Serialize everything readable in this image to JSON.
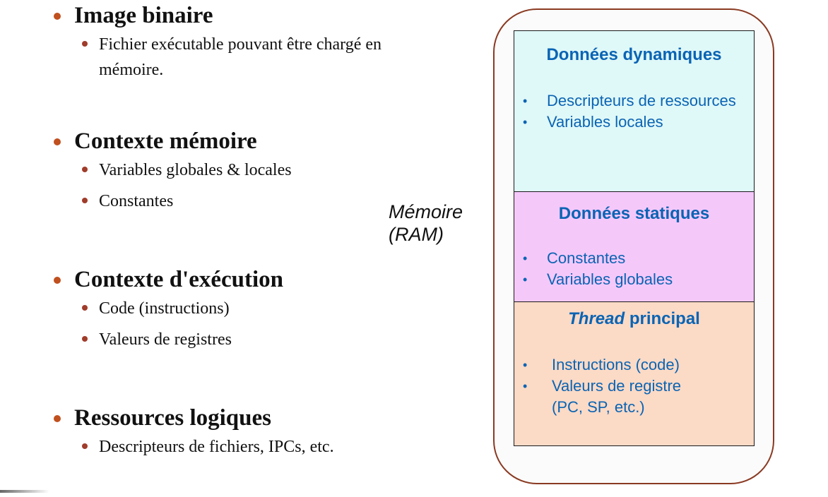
{
  "sections": [
    {
      "title": "Image binaire",
      "items": [
        "Fichier exécutable pouvant être chargé en mémoire."
      ]
    },
    {
      "title": "Contexte mémoire",
      "items": [
        "Variables globales & locales",
        "Constantes"
      ]
    },
    {
      "title": "Contexte d'exécution",
      "items": [
        "Code (instructions)",
        "Valeurs de registres"
      ]
    },
    {
      "title": "Ressources logiques",
      "items": [
        "Descripteurs de fichiers, IPCs, etc."
      ]
    }
  ],
  "memory_label": {
    "line1": "Mémoire",
    "line2": "(RAM)"
  },
  "memory_blocks": [
    {
      "title": "Données dynamiques",
      "items": [
        "Descripteurs de ressources",
        "Variables locales"
      ]
    },
    {
      "title": "Données statiques",
      "items": [
        "Constantes",
        "Variables globales"
      ]
    },
    {
      "title_italic": "Thread",
      "title_rest": " principal",
      "items": [
        "Instructions (code)",
        "Valeurs de registre (PC, SP, etc.)"
      ]
    }
  ],
  "bullet_glyph": "•",
  "colors": {
    "bullet_orange": "#c0501e",
    "text_blue": "#0a64b4",
    "dynamic_bg": "#dff8f8",
    "static_bg": "#f5c8fa",
    "thread_bg": "#fbdac6",
    "container_border": "#8a3a22"
  }
}
